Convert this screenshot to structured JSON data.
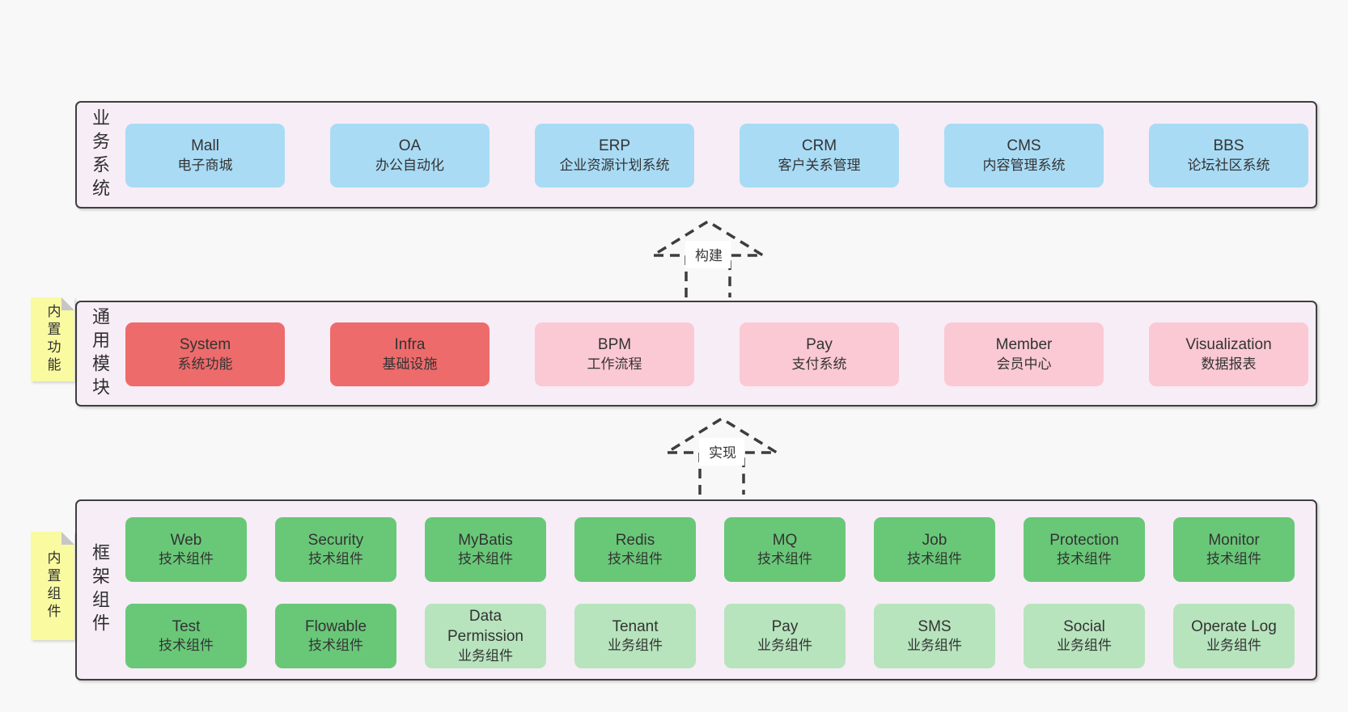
{
  "palette": {
    "page_bg": "#f8f8f8",
    "band_bg": "#f7edf6",
    "band_border": "#3f3f3f",
    "blue": "#a9dbf5",
    "red": "#ee6b6b",
    "pink": "#fbc9d3",
    "green": "#69c878",
    "green_light": "#b7e4bd",
    "sticky_yellow": "#fafaa1"
  },
  "bands": [
    {
      "label": "业务系统",
      "rows": [
        [
          {
            "name": "Mall",
            "desc": "电子商城"
          },
          {
            "name": "OA",
            "desc": "办公自动化"
          },
          {
            "name": "ERP",
            "desc": "企业资源计划系统"
          },
          {
            "name": "CRM",
            "desc": "客户关系管理"
          },
          {
            "name": "CMS",
            "desc": "内容管理系统"
          },
          {
            "name": "BBS",
            "desc": "论坛社区系统"
          }
        ]
      ]
    },
    {
      "label": "通用模块",
      "sticky": "内置功能",
      "rows": [
        [
          {
            "name": "System",
            "desc": "系统功能"
          },
          {
            "name": "Infra",
            "desc": "基础设施"
          },
          {
            "name": "BPM",
            "desc": "工作流程"
          },
          {
            "name": "Pay",
            "desc": "支付系统"
          },
          {
            "name": "Member",
            "desc": "会员中心"
          },
          {
            "name": "Visualization",
            "desc": "数据报表"
          }
        ]
      ]
    },
    {
      "label": "框架组件",
      "sticky": "内置组件",
      "rows": [
        [
          {
            "name": "Web",
            "desc": "技术组件"
          },
          {
            "name": "Security",
            "desc": "技术组件"
          },
          {
            "name": "MyBatis",
            "desc": "技术组件"
          },
          {
            "name": "Redis",
            "desc": "技术组件"
          },
          {
            "name": "MQ",
            "desc": "技术组件"
          },
          {
            "name": "Job",
            "desc": "技术组件"
          },
          {
            "name": "Protection",
            "desc": "技术组件"
          },
          {
            "name": "Monitor",
            "desc": "技术组件"
          }
        ],
        [
          {
            "name": "Test",
            "desc": "技术组件"
          },
          {
            "name": "Flowable",
            "desc": "技术组件"
          },
          {
            "name": "Data Permission",
            "desc": "业务组件"
          },
          {
            "name": "Tenant",
            "desc": "业务组件"
          },
          {
            "name": "Pay",
            "desc": "业务组件"
          },
          {
            "name": "SMS",
            "desc": "业务组件"
          },
          {
            "name": "Social",
            "desc": "业务组件"
          },
          {
            "name": "Operate Log",
            "desc": "业务组件"
          }
        ]
      ]
    }
  ],
  "arrows": [
    {
      "label": "构建"
    },
    {
      "label": "实现"
    }
  ]
}
